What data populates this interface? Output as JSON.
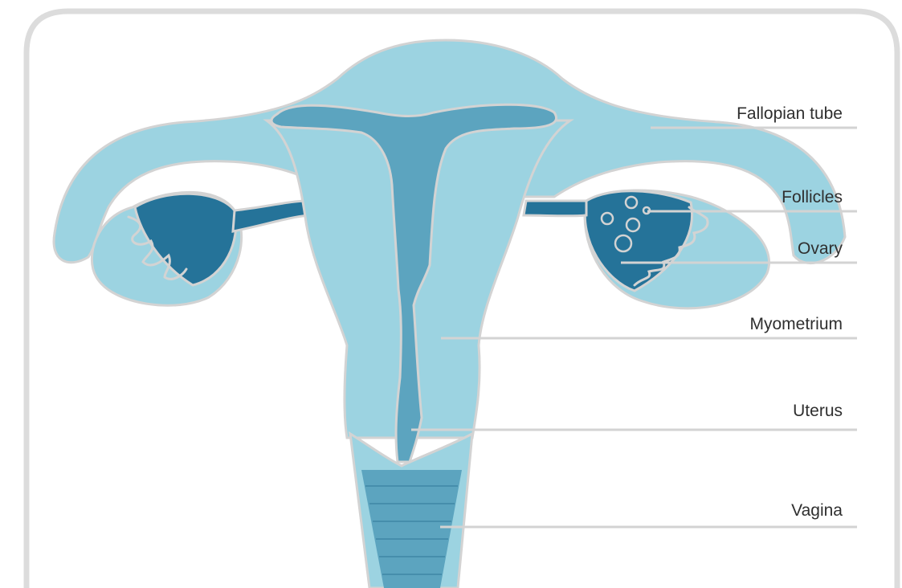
{
  "colors": {
    "frame": "#dcdcdc",
    "outline": "#d3d3d3",
    "light_blue": "#9cd3e1",
    "mid_blue": "#5ca4bf",
    "dark_blue": "#257399",
    "label_text": "#2f2f2f",
    "leader_line": "#d3d3d3"
  },
  "labels": {
    "fallopian_tube": "Fallopian tube",
    "follicles": "Follicles",
    "ovary": "Ovary",
    "myometrium": "Myometrium",
    "uterus": "Uterus",
    "vagina": "Vagina"
  }
}
